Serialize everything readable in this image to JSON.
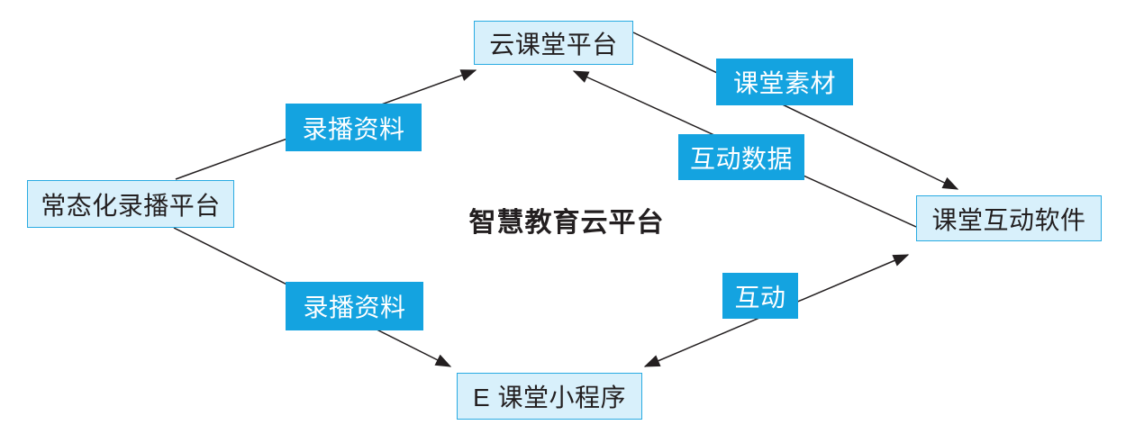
{
  "diagram": {
    "title": "智慧教育云平台",
    "nodes": {
      "cloud_classroom": {
        "label": "云课堂平台"
      },
      "recording_platform": {
        "label": "常态化录播平台"
      },
      "interactive_software": {
        "label": "课堂互动软件"
      },
      "e_classroom": {
        "label": "E 课堂小程序"
      }
    },
    "edges": {
      "recording_to_cloud": {
        "label": "录播资料",
        "from": "常态化录播平台",
        "to": "云课堂平台",
        "direction": "one-way"
      },
      "recording_to_eclassroom": {
        "label": "录播资料",
        "from": "常态化录播平台",
        "to": "E 课堂小程序",
        "direction": "one-way"
      },
      "cloud_to_software": {
        "label": "课堂素材",
        "from": "云课堂平台",
        "to": "课堂互动软件",
        "direction": "one-way"
      },
      "software_to_cloud": {
        "label": "互动数据",
        "from": "课堂互动软件",
        "to": "云课堂平台",
        "direction": "one-way"
      },
      "eclassroom_software": {
        "label": "互动",
        "from": "E 课堂小程序",
        "to": "课堂互动软件",
        "direction": "two-way"
      }
    },
    "colors": {
      "node_fill": "#d8f0fb",
      "node_border": "#29abe2",
      "edge_label_fill": "#14a3e0",
      "edge_label_text": "#ffffff",
      "line": "#231f20",
      "text": "#231f20",
      "background": "#ffffff"
    }
  }
}
